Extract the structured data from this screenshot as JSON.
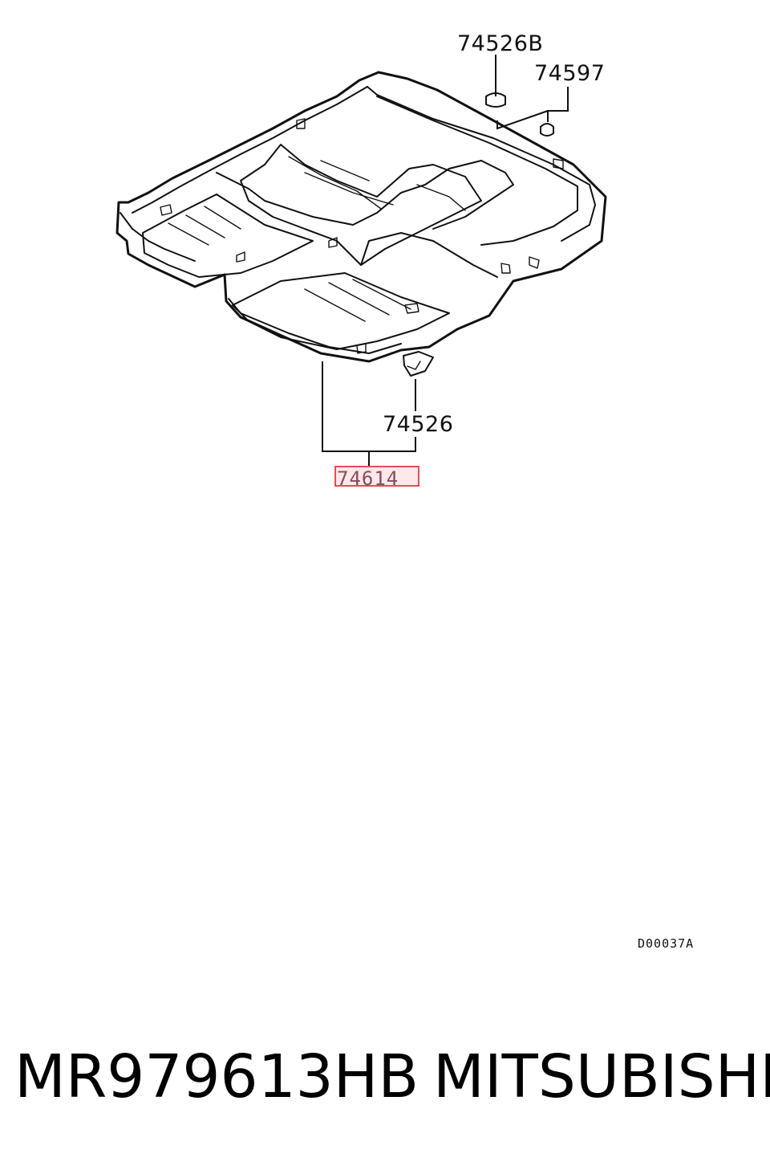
{
  "labels": {
    "clip_top": "74526B",
    "clip_right": "74597",
    "clip_front": "74526",
    "carpet_assembly": "74614"
  },
  "diagram_code": "D00037A",
  "footer": {
    "part_number": "MR979613HB",
    "brand": "MITSUBISHI"
  },
  "colors": {
    "highlight_border": "#e0242e",
    "highlight_fill": "#fde8ea"
  }
}
